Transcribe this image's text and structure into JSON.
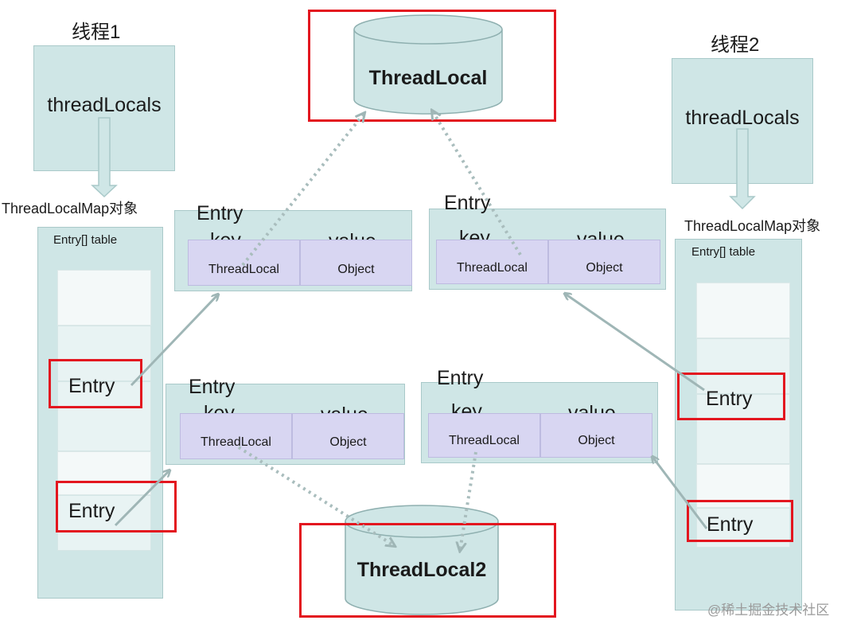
{
  "threadlocal1": {
    "label": "ThreadLocal"
  },
  "threadlocal2": {
    "label": "ThreadLocal2"
  },
  "thread1": {
    "title": "线程1",
    "field": "threadLocals",
    "map_label": "ThreadLocalMap对象",
    "table_label": "Entry[] table",
    "entries": [
      "Entry",
      "Entry"
    ]
  },
  "thread2": {
    "title": "线程2",
    "field": "threadLocals",
    "map_label": "ThreadLocalMap对象",
    "table_label": "Entry[] table",
    "entries": [
      "Entry",
      "Entry"
    ]
  },
  "cards": [
    {
      "title": "Entry",
      "key_label": "key",
      "value_label": "value",
      "key_value": "ThreadLocal",
      "value_value": "Object"
    },
    {
      "title": "Entry",
      "key_label": "key",
      "value_label": "value",
      "key_value": "ThreadLocal",
      "value_value": "Object"
    },
    {
      "title": "Entry",
      "key_label": "key",
      "value_label": "value",
      "key_value": "ThreadLocal",
      "value_value": "Object"
    },
    {
      "title": "Entry",
      "key_label": "key",
      "value_label": "value",
      "key_value": "ThreadLocal",
      "value_value": "Object"
    }
  ],
  "watermark": "@稀土掘金技术社区",
  "colors": {
    "teal_fill": "#cfe6e6",
    "kv_fill": "#d8d6f2",
    "highlight": "#e3161f",
    "arrow": "#9fb6b6"
  }
}
